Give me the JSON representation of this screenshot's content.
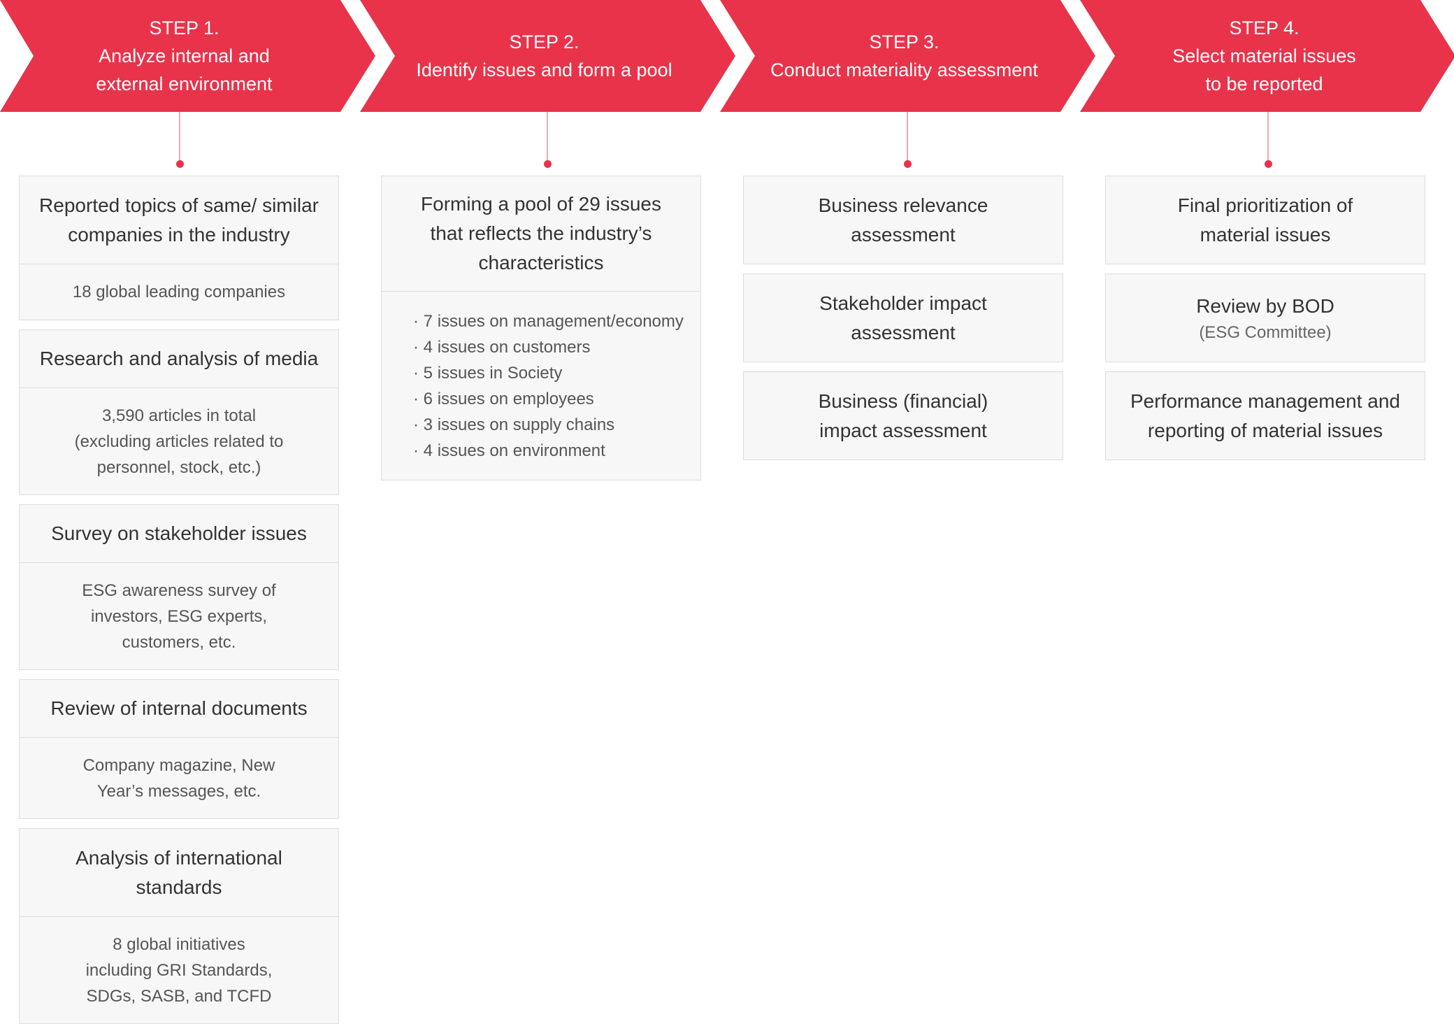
{
  "colors": {
    "accent": "#e8334a",
    "card_bg": "#f7f7f7",
    "card_border": "#dedede",
    "text": "#333333"
  },
  "steps": [
    {
      "label_lines": [
        "STEP 1.",
        "Analyze internal and",
        "external environment"
      ],
      "cards": [
        {
          "title": [
            "Reported topics of same/ similar",
            "companies in the industry"
          ],
          "detail": [
            "18 global leading companies"
          ]
        },
        {
          "title": [
            "Research and analysis of media"
          ],
          "detail": [
            "3,590 articles in total",
            "(excluding articles related to",
            "personnel, stock, etc.)"
          ]
        },
        {
          "title": [
            "Survey on stakeholder issues"
          ],
          "detail": [
            "ESG awareness survey of",
            "investors, ESG experts,",
            "customers, etc."
          ]
        },
        {
          "title": [
            "Review of internal documents"
          ],
          "detail": [
            "Company magazine, New",
            "Year’s messages, etc."
          ]
        },
        {
          "title": [
            "Analysis of international",
            "standards"
          ],
          "detail": [
            "8 global initiatives",
            "including GRI Standards,",
            "SDGs, SASB, and TCFD"
          ]
        }
      ]
    },
    {
      "label_lines": [
        "STEP 2.",
        "Identify issues and form a pool"
      ],
      "cards": [
        {
          "title": [
            "Forming a pool of 29 issues",
            "that reflects the industry’s",
            "characteristics"
          ],
          "bullets": [
            "7 issues on management/economy",
            "4 issues on customers",
            "5 issues in Society",
            "6 issues on employees",
            "3 issues on supply chains",
            "4 issues on environment"
          ]
        }
      ]
    },
    {
      "label_lines": [
        "STEP 3.",
        "Conduct materiality assessment"
      ],
      "cards": [
        {
          "title": [
            "Business relevance",
            "assessment"
          ]
        },
        {
          "title": [
            "Stakeholder impact",
            "assessment"
          ]
        },
        {
          "title": [
            "Business (financial)",
            "impact assessment"
          ]
        }
      ]
    },
    {
      "label_lines": [
        "STEP 4.",
        "Select material issues",
        "to be reported"
      ],
      "cards": [
        {
          "title": [
            "Final prioritization of",
            "material issues"
          ]
        },
        {
          "title": [
            "Review by BOD"
          ],
          "note": "(ESG Committee)"
        },
        {
          "title": [
            "Performance management and",
            "reporting of material issues"
          ]
        }
      ]
    }
  ]
}
